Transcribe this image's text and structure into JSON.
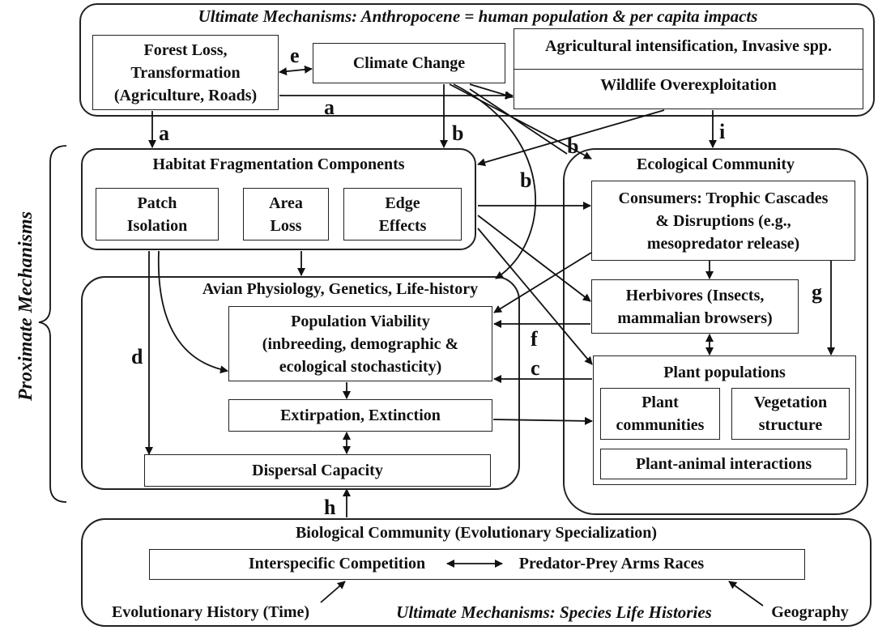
{
  "ultimate_top": {
    "title": "Ultimate Mechanisms: Anthropocene = human population & per capita impacts",
    "forest_loss": "Forest Loss,\nTransformation\n(Agriculture, Roads)",
    "climate_change": "Climate Change",
    "agri": "Agricultural intensification, Invasive spp.",
    "wildlife": "Wildlife Overexploitation"
  },
  "side_label": "Proximate Mechanisms",
  "habitat": {
    "title": "Habitat Fragmentation Components",
    "patch": "Patch\nIsolation",
    "area": "Area\nLoss",
    "edge": "Edge\nEffects"
  },
  "avian": {
    "title": "Avian Physiology, Genetics, Life-history",
    "viability": "Population Viability\n(inbreeding, demographic &\necological stochasticity)",
    "extirpation": "Extirpation, Extinction",
    "dispersal": "Dispersal Capacity"
  },
  "ecological": {
    "title": "Ecological Community",
    "consumers": "Consumers: Trophic Cascades\n& Disruptions (e.g.,\nmesopredator release)",
    "herbivores": "Herbivores (Insects,\nmammalian browsers)",
    "plant_title": "Plant populations",
    "plant_comm": "Plant\ncommunities",
    "vegetation": "Vegetation\nstructure",
    "plant_animal": "Plant-animal interactions"
  },
  "biological": {
    "title": "Biological Community (Evolutionary Specialization)",
    "competition": "Interspecific Competition",
    "predator_prey": "Predator-Prey Arms Races",
    "footer": "Ultimate Mechanisms: Species Life Histories",
    "evo_history": "Evolutionary History (Time)",
    "geography": "Geography"
  },
  "labels": {
    "e": "e",
    "a1": "a",
    "a2": "a",
    "b1": "b",
    "b2": "b",
    "b3": "b",
    "i": "i",
    "d": "d",
    "f": "f",
    "c": "c",
    "g": "g",
    "h": "h"
  }
}
